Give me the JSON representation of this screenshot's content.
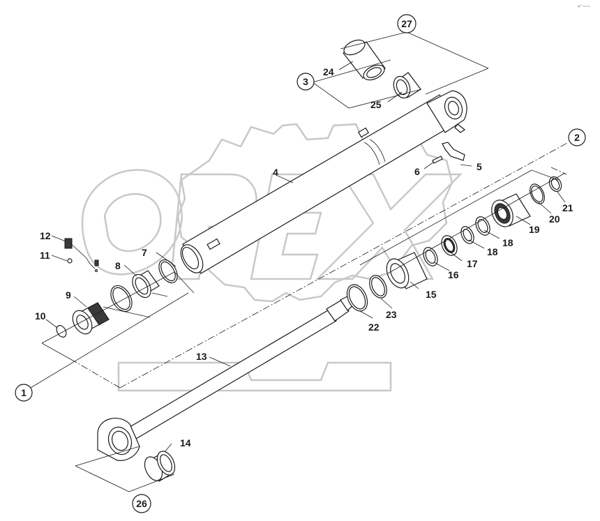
{
  "corner_mark": "»° ~~~",
  "callouts": {
    "c1": "1",
    "c2": "2",
    "c3": "3",
    "c4": "4",
    "c5": "5",
    "c6": "6",
    "c7": "7",
    "c8": "8",
    "c9": "9",
    "c10": "10",
    "c11": "11",
    "c12": "12",
    "c13": "13",
    "c14": "14",
    "c15": "15",
    "c16": "16",
    "c17": "17",
    "c18a": "18",
    "c18b": "18",
    "c19": "19",
    "c20": "20",
    "c21": "21",
    "c22": "22",
    "c23": "23",
    "c24": "24",
    "c25": "25",
    "c26": "26",
    "c27": "27"
  },
  "watermark": {
    "brand": "OPEX"
  }
}
